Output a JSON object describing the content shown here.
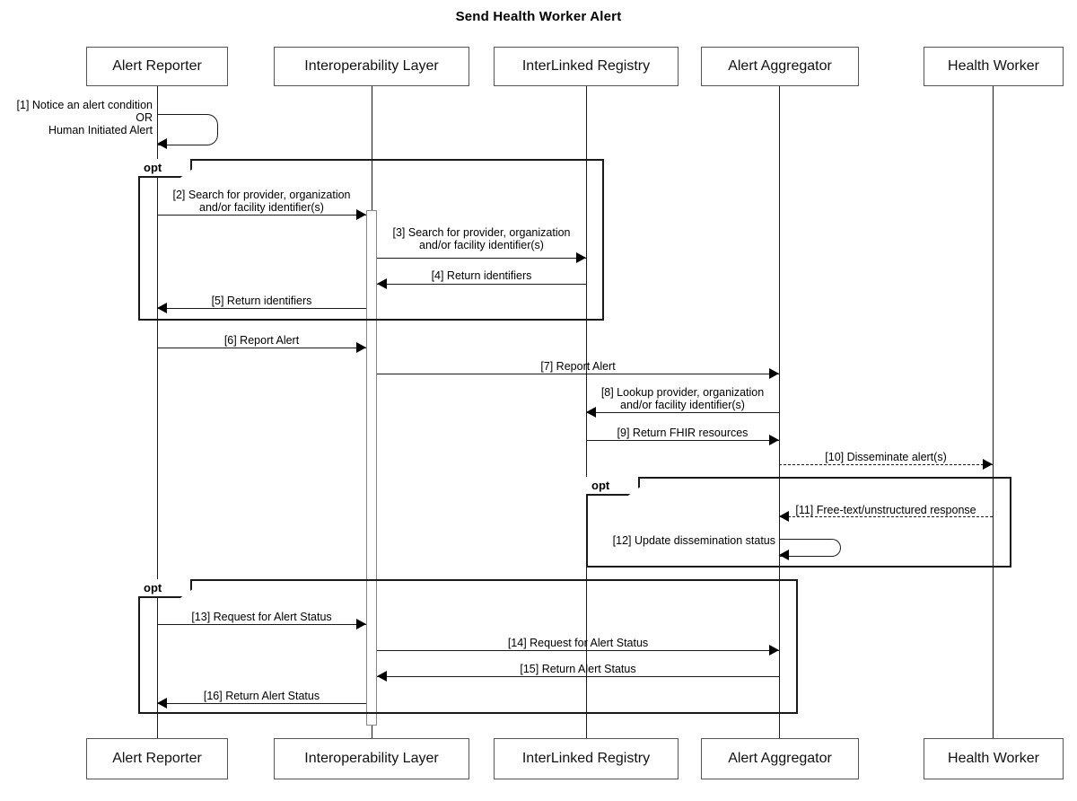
{
  "diagram": {
    "title": "Send Health Worker Alert",
    "type": "uml-sequence-diagram"
  },
  "participants": [
    {
      "id": "reporter",
      "label": "Alert Reporter"
    },
    {
      "id": "iol",
      "label": "Interoperability Layer"
    },
    {
      "id": "registry",
      "label": "InterLinked Registry"
    },
    {
      "id": "aggregator",
      "label": "Alert Aggregator"
    },
    {
      "id": "worker",
      "label": "Health Worker"
    }
  ],
  "fragments": [
    {
      "id": "opt1",
      "operator": "opt"
    },
    {
      "id": "opt2",
      "operator": "opt"
    },
    {
      "id": "opt3",
      "operator": "opt"
    }
  ],
  "messages": [
    {
      "num": "[1]",
      "text": "[1] Notice an alert condition\nOR\nHuman Initiated Alert",
      "from": "reporter",
      "to": "reporter",
      "kind": "self"
    },
    {
      "num": "[2]",
      "text": "[2] Search for provider, organization\nand/or facility identifier(s)",
      "from": "reporter",
      "to": "iol",
      "kind": "sync"
    },
    {
      "num": "[3]",
      "text": "[3] Search for provider, organization\nand/or facility identifier(s)",
      "from": "iol",
      "to": "registry",
      "kind": "sync"
    },
    {
      "num": "[4]",
      "text": "[4] Return identifiers",
      "from": "registry",
      "to": "iol",
      "kind": "sync"
    },
    {
      "num": "[5]",
      "text": "[5] Return identifiers",
      "from": "iol",
      "to": "reporter",
      "kind": "sync"
    },
    {
      "num": "[6]",
      "text": "[6] Report Alert",
      "from": "reporter",
      "to": "iol",
      "kind": "sync"
    },
    {
      "num": "[7]",
      "text": "[7] Report Alert",
      "from": "iol",
      "to": "aggregator",
      "kind": "sync"
    },
    {
      "num": "[8]",
      "text": "[8] Lookup provider, organization\nand/or facility identifier(s)",
      "from": "aggregator",
      "to": "registry",
      "kind": "sync"
    },
    {
      "num": "[9]",
      "text": "[9] Return FHIR resources",
      "from": "registry",
      "to": "aggregator",
      "kind": "sync"
    },
    {
      "num": "[10]",
      "text": "[10] Disseminate alert(s)",
      "from": "aggregator",
      "to": "worker",
      "kind": "async-dashed"
    },
    {
      "num": "[11]",
      "text": "[11] Free-text/unstructured response",
      "from": "worker",
      "to": "aggregator",
      "kind": "async-dashed"
    },
    {
      "num": "[12]",
      "text": "[12] Update dissemination status",
      "from": "aggregator",
      "to": "aggregator",
      "kind": "self"
    },
    {
      "num": "[13]",
      "text": "[13] Request for Alert Status",
      "from": "reporter",
      "to": "iol",
      "kind": "sync"
    },
    {
      "num": "[14]",
      "text": "[14] Request for Alert Status",
      "from": "iol",
      "to": "aggregator",
      "kind": "sync"
    },
    {
      "num": "[15]",
      "text": "[15] Return Alert Status",
      "from": "aggregator",
      "to": "iol",
      "kind": "sync"
    },
    {
      "num": "[16]",
      "text": "[16] Return Alert Status",
      "from": "iol",
      "to": "reporter",
      "kind": "sync"
    }
  ],
  "colors": {
    "line": "#1a1a1a",
    "box_border": "#555555",
    "activation_border": "#888888",
    "background": "#ffffff"
  }
}
